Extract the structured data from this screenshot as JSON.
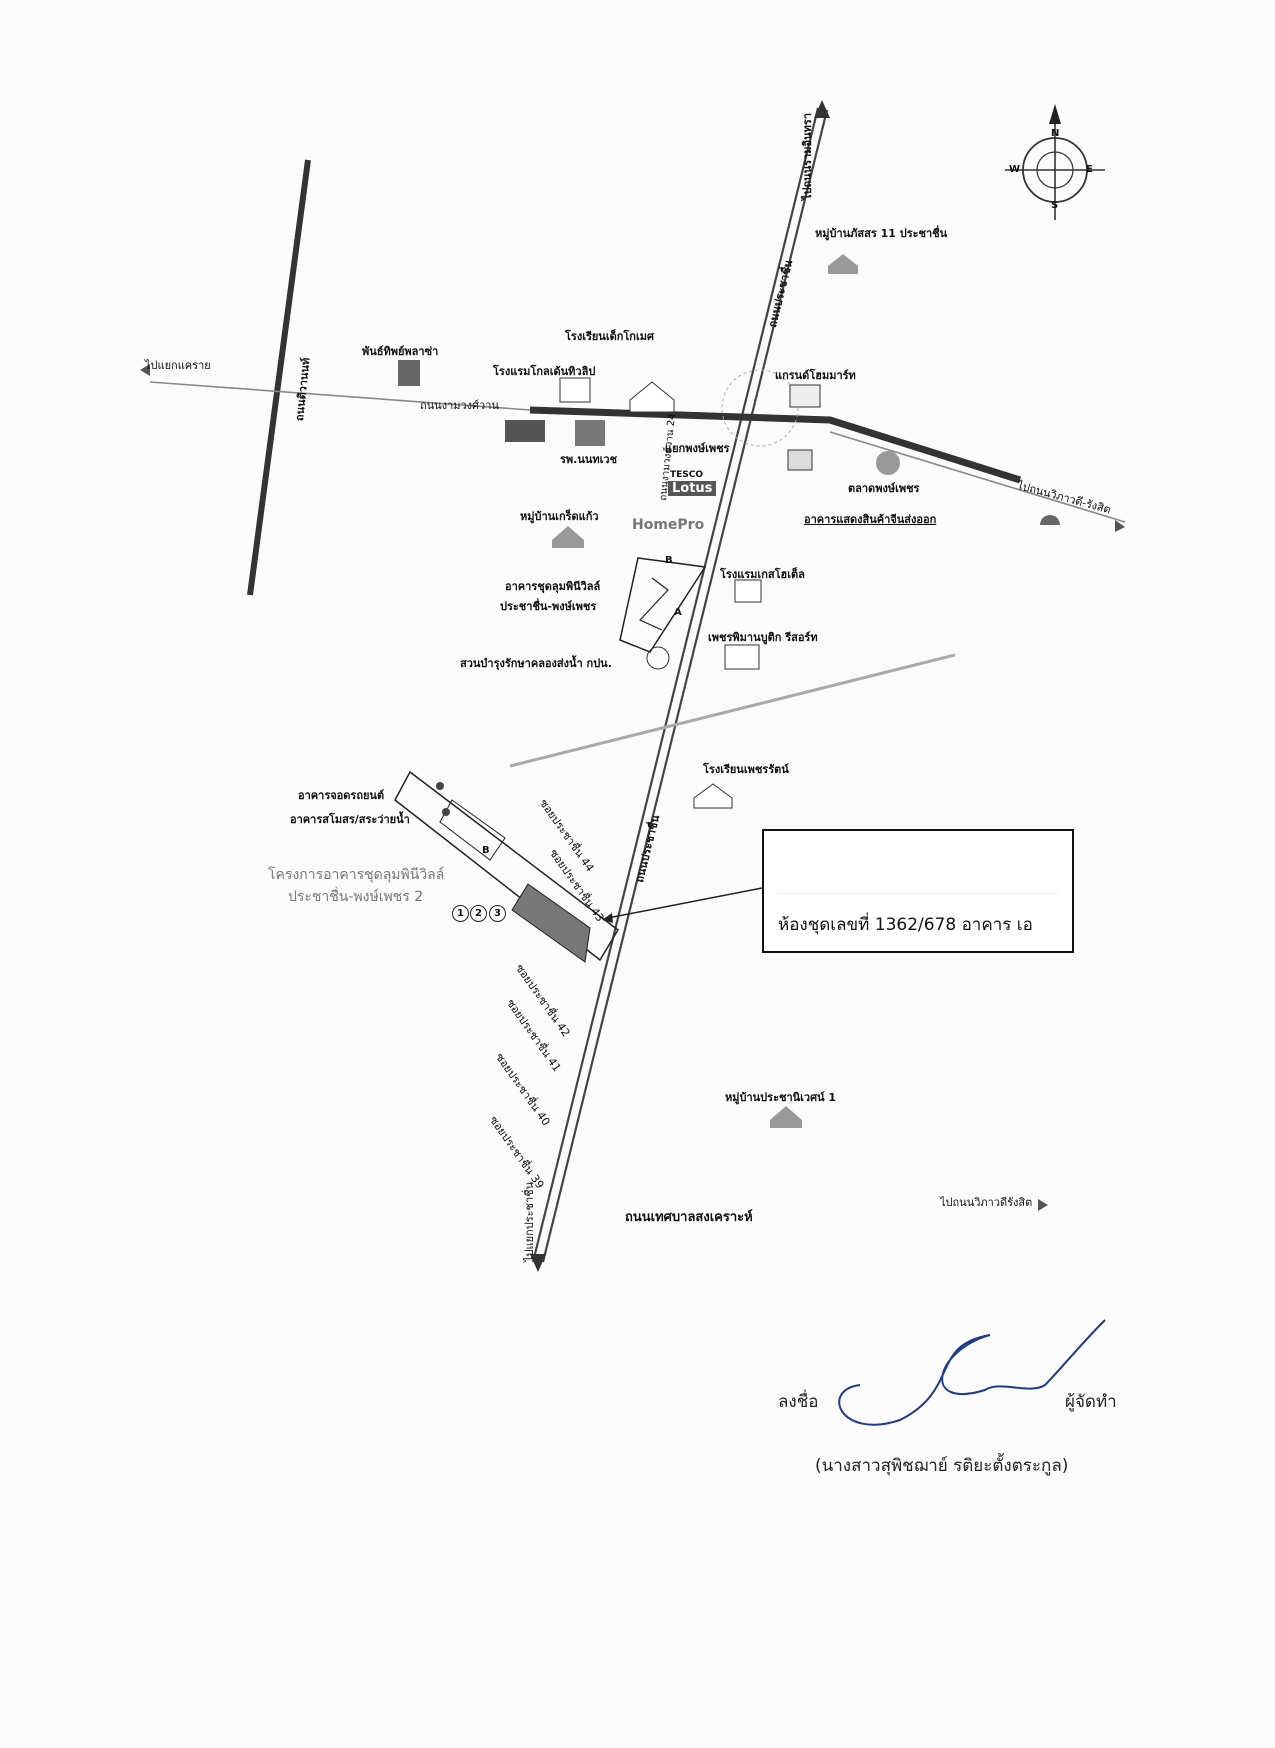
{
  "compass": {
    "n": "N",
    "s": "S",
    "e": "E",
    "w": "W"
  },
  "labels": {
    "to_north": "ไปถนนรามอินทรา",
    "village_passorn": "หมู่บ้านภัสสร 11 ประชาชื่น",
    "to_khae_rai": "ไปแยกแคราย",
    "tiwanon_rd": "ถนนติวานนท์",
    "phanthip_plaza": "พันธ์ทิพย์พลาซ่า",
    "kindergarten": "โรงเรียนเด็กโกเมศ",
    "hotel_golden": "โรงแรมโกลเด้นทิวลิป",
    "grand_home": "แกรนด์โฮมมาร์ท",
    "ngamwongwan_rd": "ถนนงามวงศ์วาน",
    "nonthavej": "รพ.นนทเวช",
    "khwaeng_rd": "ถนนงามวงศ์วาน 24",
    "pongphet_junction": "แยกพงษ์เพชร",
    "pongphet_market": "ตลาดพงษ์เพชร",
    "to_vibhavadi_top": "ไปถนนวิภาวดี-รังสิต",
    "tesco": "TESCO",
    "lotus": "Lotus",
    "homepro": "HomePro",
    "export_bldg": "อาคารแสดงสินค้าจีนส่งออก",
    "village_kredkaew": "หมู่บ้านเกร็ดแก้ว",
    "lumpini_1_a": "อาคารชุดลุมพินีวิลล์",
    "lumpini_1_b": "ประชาชื่น-พงษ์เพชร",
    "hotel_castle": "โรงแรมเกสโฮเต็ล",
    "phetphiman": "เพชรพิมานบูติก รีสอร์ท",
    "park": "สวนบำรุงรักษาคลองส่งน้ำ กปน.",
    "prachachuen_rd": "ถนนประชาชื่น",
    "school_phetcharat": "โรงเรียนเพชรรัตน์",
    "parking": "อาคารจอดรถยนต์",
    "club_pool": "อาคารสโมสร/สระว่ายน้ำ",
    "project_a": "โครงการอาคารชุดลุมพินีวิลล์",
    "project_b": "ประชาชื่น-พงษ์เพชร 2",
    "soi44": "ซอยประชาชื่น 44",
    "soi43": "ซอยประชาชื่น 43",
    "soi42": "ซอยประชาชื่น 42",
    "soi41": "ซอยประชาชื่น 41",
    "soi40": "ซอยประชาชื่น 40",
    "soi39": "ซอยประชาชื่น 39",
    "village_prachaniwet": "หมู่บ้านประชานิเวศน์ 1",
    "thetsaban_rd": "ถนนเทศบาลสงเคราะห์",
    "to_vibhavadi_bottom": "ไปถนนวิภาวดีรังสิต",
    "to_prachachuen_south": "ไปแยกประชาชื่น",
    "bldg_a": "A",
    "bldg_b": "B",
    "badge1": "1",
    "badge2": "2",
    "badge3": "3"
  },
  "callout": {
    "text": "ห้องชุดเลขที่ 1362/678 อาคาร เอ"
  },
  "signature": {
    "prefix": "ลงชื่อ",
    "suffix": "ผู้จัดทำ",
    "name": "(นางสาวสุพิชฌาย์ รติยะตั้งตระกูล)"
  }
}
